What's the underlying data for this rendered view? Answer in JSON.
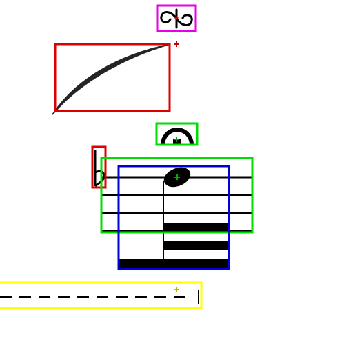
{
  "annotation_colors": {
    "turn": "#e600e6",
    "slur": "#dd0000",
    "fermata": "#00dd00",
    "flat": "#dd0000",
    "staff_region": "#00dd00",
    "note_group": "#0000dd",
    "ottava_line": "#ffff00"
  },
  "annotation_marker_colors": {
    "turn": "#cc0000",
    "slur": "#cc0000",
    "fermata": "#00aa00",
    "notehead": "#00aa00",
    "ottava_line": "#b8b800"
  },
  "ink_color": "#000000",
  "symbols": [
    {
      "name": "turn",
      "icon": "turn-ornament-icon"
    },
    {
      "name": "slur",
      "icon": "slur-curve-icon"
    },
    {
      "name": "fermata",
      "icon": "fermata-icon"
    },
    {
      "name": "flat",
      "icon": "flat-accidental-icon"
    },
    {
      "name": "staff",
      "icon": "staff-lines-icon"
    },
    {
      "name": "note",
      "icon": "half-note-icon"
    },
    {
      "name": "beams",
      "icon": "beam-icon"
    },
    {
      "name": "ottava-line",
      "icon": "dashed-line-icon"
    }
  ]
}
